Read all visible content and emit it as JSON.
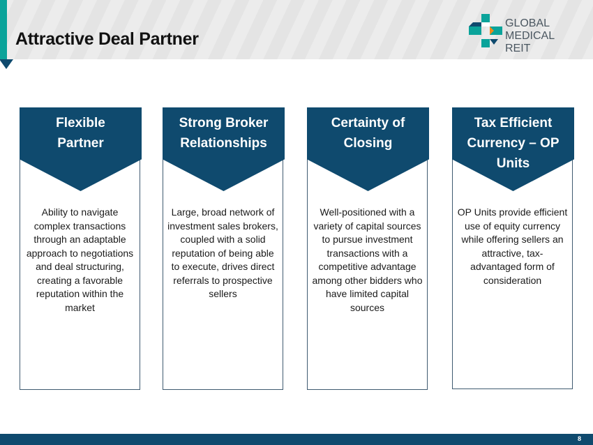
{
  "header": {
    "title": "Attractive Deal Partner",
    "logo": {
      "line1": "GLOBAL",
      "line2": "MEDICAL REIT"
    }
  },
  "cards": [
    {
      "title": "Flexible Partner",
      "body": "Ability to navigate complex transactions through an adaptable approach to negotiations and deal structuring, creating a favorable reputation within the market"
    },
    {
      "title": "Strong Broker Relationships",
      "body": "Large, broad network of investment sales brokers, coupled with a solid reputation of being able to execute, drives direct referrals to prospective sellers"
    },
    {
      "title": "Certainty of Closing",
      "body": "Well-positioned with a variety of capital sources to pursue investment transactions with a competitive advantage among other bidders who have limited capital sources"
    },
    {
      "title": "Tax Efficient Currency – OP Units",
      "body": "OP Units provide efficient use of equity currency while offering sellers an attractive, tax-advantaged form of consideration"
    }
  ],
  "footer": {
    "page_number": "8"
  },
  "colors": {
    "navy": "#0f4a6e",
    "teal": "#0aa39a",
    "orange": "#f08a1c"
  }
}
